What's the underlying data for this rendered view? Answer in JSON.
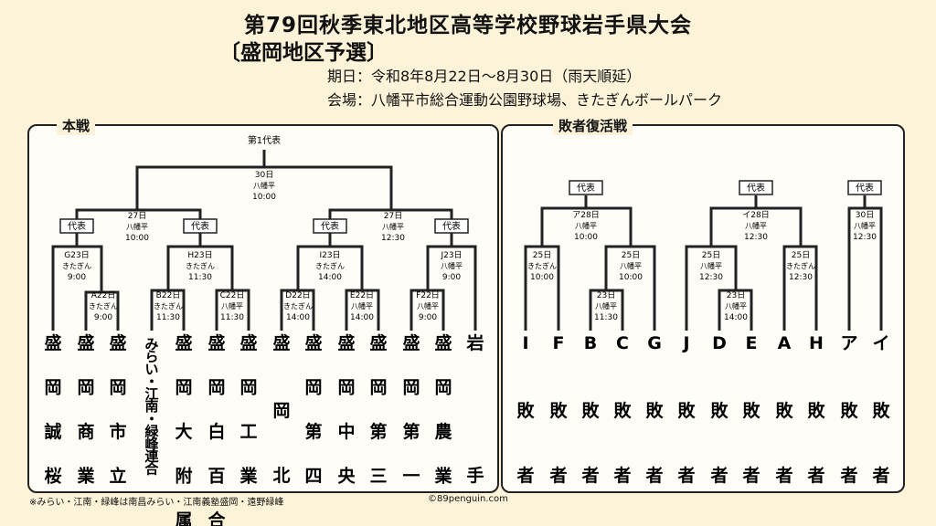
{
  "header": {
    "title": "第79回秋季東北地区高等学校野球岩手県大会",
    "subtitle": "〔盛岡地区予選〕",
    "period": "期日：令和8年8月22日～8月30日（雨天順延）",
    "venue": "会場：八幡平市総合運動公園野球場、きたぎんボールパーク"
  },
  "main": {
    "label": "本戦",
    "champion": "第1代表",
    "final": [
      "30日",
      "八幡平",
      "10:00"
    ],
    "semis": [
      {
        "lines": [
          "27日",
          "八幡平",
          "10:00"
        ]
      },
      {
        "lines": [
          "27日",
          "八幡平",
          "12:30"
        ]
      }
    ],
    "rep_label": "代表",
    "games": [
      {
        "lines": [
          "G23日",
          "きたぎん",
          "9:00"
        ]
      },
      {
        "lines": [
          "H23日",
          "きたぎん",
          "11:30"
        ]
      },
      {
        "lines": [
          "I23日",
          "きたぎん",
          "14:00"
        ]
      },
      {
        "lines": [
          "J23日",
          "八幡平",
          "9:00"
        ]
      },
      {
        "lines": [
          "A22日",
          "きたぎん",
          "9:00"
        ]
      },
      {
        "lines": [
          "B22日",
          "きたぎん",
          "11:30"
        ]
      },
      {
        "lines": [
          "C22日",
          "八幡平",
          "11:30"
        ]
      },
      {
        "lines": [
          "D22日",
          "きたぎん",
          "14:00"
        ]
      },
      {
        "lines": [
          "E22日",
          "八幡平",
          "14:00"
        ]
      },
      {
        "lines": [
          "F22日",
          "八幡平",
          "9:00"
        ]
      }
    ],
    "teams": [
      "盛岡誠桜",
      "盛岡商業",
      "盛岡市立",
      "みらい・江南・緑峰連合",
      "盛岡大附属",
      "盛岡白百合",
      "盛岡工業",
      "盛岡北",
      "盛岡第四",
      "盛岡中央",
      "盛岡第三",
      "盛岡第一",
      "盛岡農業",
      "岩手"
    ]
  },
  "repechage": {
    "label": "敗者復活戦",
    "rep_label": "代表",
    "games": [
      {
        "lines": [
          "ア28日",
          "八幡平",
          "10:00"
        ]
      },
      {
        "lines": [
          "25日",
          "きたぎん",
          "10:00"
        ]
      },
      {
        "lines": [
          "25日",
          "八幡平",
          "10:00"
        ]
      },
      {
        "lines": [
          "23日",
          "八幡平",
          "11:30"
        ]
      },
      {
        "lines": [
          "イ28日",
          "八幡平",
          "12:30"
        ]
      },
      {
        "lines": [
          "25日",
          "八幡平",
          "12:30"
        ]
      },
      {
        "lines": [
          "25日",
          "きたぎん",
          "12:30"
        ]
      },
      {
        "lines": [
          "23日",
          "八幡平",
          "14:00"
        ]
      },
      {
        "lines": [
          "30日",
          "八幡平",
          "12:30"
        ]
      }
    ],
    "teams": [
      {
        "letter": "I",
        "suffix": "敗者"
      },
      {
        "letter": "F",
        "suffix": "敗者"
      },
      {
        "letter": "B",
        "suffix": "敗者"
      },
      {
        "letter": "C",
        "suffix": "敗者"
      },
      {
        "letter": "G",
        "suffix": "敗者"
      },
      {
        "letter": "J",
        "suffix": "敗者"
      },
      {
        "letter": "D",
        "suffix": "敗者"
      },
      {
        "letter": "E",
        "suffix": "敗者"
      },
      {
        "letter": "A",
        "suffix": "敗者"
      },
      {
        "letter": "H",
        "suffix": "敗者"
      },
      {
        "letter": "ア",
        "suffix": "敗者"
      },
      {
        "letter": "イ",
        "suffix": "敗者"
      }
    ]
  },
  "footnote": "※みらい・江南・緑峰は南昌みらい・江南義塾盛岡・遠野緑峰",
  "credit": "©89penguin.com",
  "colors": {
    "background": "#fdf3d8",
    "panel": "#fffdf7",
    "line": "#222222"
  }
}
